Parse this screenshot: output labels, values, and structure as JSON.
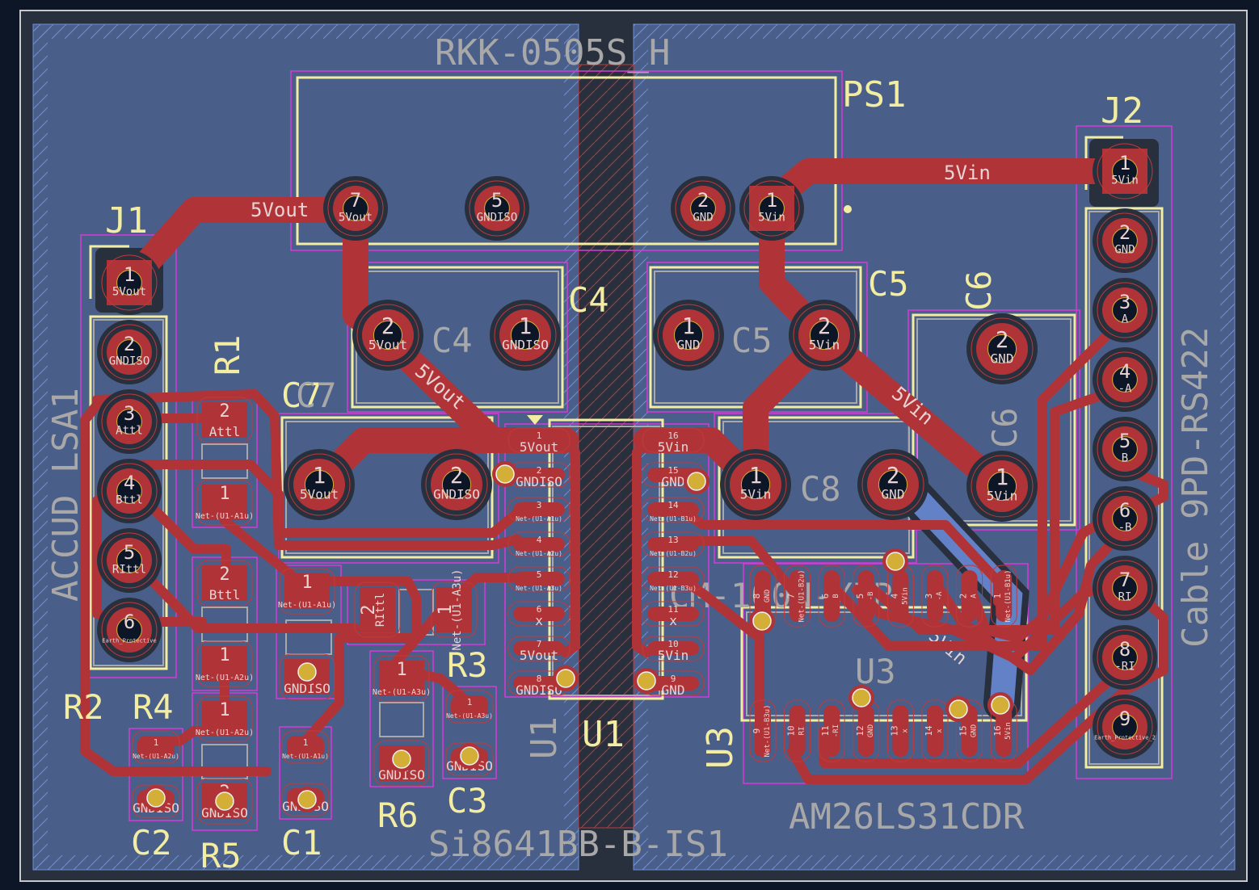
{
  "board": {
    "colors": {
      "background": "#0d1627",
      "board_edge": "#28303d",
      "copper_zone": "#4a5e8a",
      "track": "#b03437",
      "silkscreen": "#f2eda1",
      "fab": "#a8a8a8",
      "courtyard": "#d63ad6",
      "via": "#d4af37",
      "back_copper": "#6281c6"
    }
  },
  "footprints": {
    "ps1": {
      "ref": "PS1",
      "value": "RKK-0505S_H",
      "pads": [
        {
          "num": "7",
          "net": "5Vout"
        },
        {
          "num": "5",
          "net": "GNDISO"
        },
        {
          "num": "2",
          "net": "GND"
        },
        {
          "num": "1",
          "net": "5Vin"
        }
      ]
    },
    "j1": {
      "ref": "J1",
      "value": "ACCUD LSA1",
      "pads": [
        {
          "num": "1",
          "net": "5Vout"
        },
        {
          "num": "2",
          "net": "GNDISO"
        },
        {
          "num": "3",
          "net": "Attl"
        },
        {
          "num": "4",
          "net": "Bttl"
        },
        {
          "num": "5",
          "net": "RIttl"
        },
        {
          "num": "6",
          "net": "Earth_Protective"
        }
      ]
    },
    "j2": {
      "ref": "J2",
      "value": "Cable 9PD-RS422",
      "pads": [
        {
          "num": "1",
          "net": "5Vin"
        },
        {
          "num": "2",
          "net": "GND"
        },
        {
          "num": "3",
          "net": "A"
        },
        {
          "num": "4",
          "net": "-A"
        },
        {
          "num": "5",
          "net": "B"
        },
        {
          "num": "6",
          "net": "-B"
        },
        {
          "num": "7",
          "net": "RI"
        },
        {
          "num": "8",
          "net": "-RI"
        },
        {
          "num": "9",
          "net": "Earth_Protective_2"
        }
      ]
    },
    "c4": {
      "ref": "C4",
      "fab": "C4",
      "pads": [
        {
          "num": "2",
          "net": "5Vout"
        },
        {
          "num": "1",
          "net": "GNDISO"
        }
      ]
    },
    "c5": {
      "ref": "C5",
      "fab": "C5",
      "pads": [
        {
          "num": "1",
          "net": "GND"
        },
        {
          "num": "2",
          "net": "5Vin"
        }
      ]
    },
    "c6": {
      "ref": "C6",
      "fab": "C6",
      "pads": [
        {
          "num": "2",
          "net": "GND"
        },
        {
          "num": "1",
          "net": "5Vin"
        }
      ]
    },
    "c7": {
      "ref": "C7",
      "fab": "C7",
      "pads": [
        {
          "num": "1",
          "net": "5Vout"
        },
        {
          "num": "2",
          "net": "GNDISO"
        }
      ]
    },
    "c8": {
      "ref": "C8",
      "fab": "C8",
      "pads": [
        {
          "num": "1",
          "net": "5Vin"
        },
        {
          "num": "2",
          "net": "GND"
        }
      ]
    },
    "u1": {
      "ref": "U1",
      "value": "Si8641BB-B-IS1",
      "left_pads": [
        {
          "num": "1",
          "net": "5Vout"
        },
        {
          "num": "2",
          "net": "GNDISO"
        },
        {
          "num": "3",
          "net": "Net-(U1-A1u)"
        },
        {
          "num": "4",
          "net": "Net-(U1-A2u)"
        },
        {
          "num": "5",
          "net": "Net-(U1-A3u)"
        },
        {
          "num": "6",
          "net": "x"
        },
        {
          "num": "7",
          "net": "5Vout"
        },
        {
          "num": "8",
          "net": "GNDISO"
        }
      ],
      "right_pads": [
        {
          "num": "16",
          "net": "5Vin"
        },
        {
          "num": "15",
          "net": "GND"
        },
        {
          "num": "14",
          "net": "Net-(U1-B1u)"
        },
        {
          "num": "13",
          "net": "Net-(U1-B2u)"
        },
        {
          "num": "12",
          "net": "Net-(U1-B3u)"
        },
        {
          "num": "11",
          "net": "x"
        },
        {
          "num": "10",
          "net": "5Vin"
        },
        {
          "num": "9",
          "net": "GND"
        }
      ]
    },
    "u3": {
      "ref": "U3",
      "value": "AM26LS31CDR",
      "overlay_fab": "CM-100N-X7R",
      "top_pads": [
        {
          "num": "8",
          "net": "GND"
        },
        {
          "num": "7",
          "net": "Net-(U1-B2u)"
        },
        {
          "num": "6",
          "net": "B"
        },
        {
          "num": "5",
          "net": "-B"
        },
        {
          "num": "4",
          "net": "5Vin"
        },
        {
          "num": "3",
          "net": "-A"
        },
        {
          "num": "2",
          "net": "A"
        },
        {
          "num": "1",
          "net": "Net-(U1-B1u)"
        }
      ],
      "bottom_pads": [
        {
          "num": "9",
          "net": "Net-(U1-B3u)"
        },
        {
          "num": "10",
          "net": "RI"
        },
        {
          "num": "11",
          "net": "-RI"
        },
        {
          "num": "12",
          "net": "GND"
        },
        {
          "num": "13",
          "net": "x"
        },
        {
          "num": "14",
          "net": "x"
        },
        {
          "num": "15",
          "net": "GND"
        },
        {
          "num": "16",
          "net": "5Vin"
        }
      ]
    },
    "r1": {
      "ref": "R1",
      "fab": "R1",
      "pads": [
        {
          "num": "2",
          "net": "Attl"
        },
        {
          "num": "1",
          "net": "Net-(U1-A1u)"
        }
      ]
    },
    "r2": {
      "ref": "R2",
      "fab": "R2",
      "pads": [
        {
          "num": "2",
          "net": "Bttl"
        },
        {
          "num": "1",
          "net": "Net-(U1-A2u)"
        }
      ]
    },
    "r3": {
      "ref": "R3",
      "fab": "R3",
      "pads": [
        {
          "num": "2",
          "net": "RIttl"
        },
        {
          "num": "1",
          "net": "Net-(U1-A3u)"
        }
      ]
    },
    "r4": {
      "ref": "R4",
      "fab": "R4",
      "pads": [
        {
          "num": "1",
          "net": "Net-(U1-A1u)"
        },
        {
          "num": "2",
          "net": "GNDISO"
        }
      ]
    },
    "r5": {
      "ref": "R5",
      "fab": "R5",
      "pads": [
        {
          "num": "1",
          "net": "Net-(U1-A2u)"
        },
        {
          "num": "2",
          "net": "GNDISO"
        }
      ]
    },
    "r6": {
      "ref": "R6",
      "fab": "R6",
      "pads": [
        {
          "num": "1",
          "net": "Net-(U1-A3u)"
        },
        {
          "num": "2",
          "net": "GNDISO"
        }
      ]
    },
    "c1": {
      "ref": "C1",
      "fab": "C1",
      "pads": [
        {
          "num": "1",
          "net": "Net-(U1-A1u)"
        },
        {
          "num": "2",
          "net": "GNDISO"
        }
      ]
    },
    "c2": {
      "ref": "C2",
      "fab": "C2",
      "pads": [
        {
          "num": "1",
          "net": "Net-(U1-A2u)"
        },
        {
          "num": "2",
          "net": "GNDISO"
        }
      ]
    },
    "c3": {
      "ref": "C3",
      "fab": "C3",
      "pads": [
        {
          "num": "1",
          "net": "Net-(U1-A3u)"
        },
        {
          "num": "2",
          "net": "GNDISO"
        }
      ]
    }
  },
  "tracks": {
    "label_5vout_top": "5Vout",
    "label_5vout_diag": "5Vout",
    "label_5vin_top": "5Vin",
    "label_5vin_diag": "5Vin",
    "label_5vin_back": "5Vin"
  }
}
